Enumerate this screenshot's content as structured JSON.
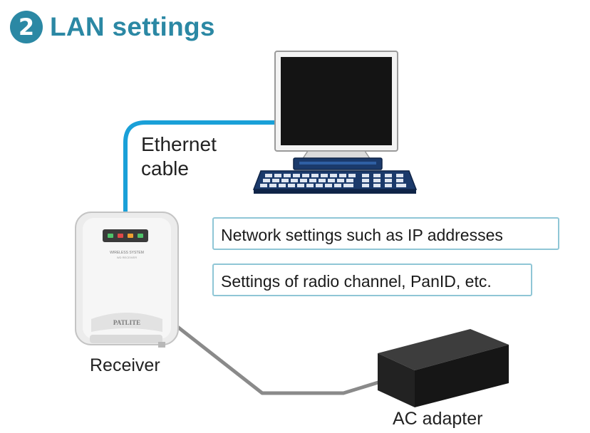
{
  "header": {
    "step_number": "2",
    "title": "LAN settings"
  },
  "labels": {
    "cable_line1": "Ethernet",
    "cable_line2": "cable",
    "receiver": "Receiver",
    "ac_adapter": "AC adapter",
    "receiver_brand": "PATLITE",
    "receiver_model_line1": "WIRELESS SYSTEM",
    "receiver_model_line2": "WD RECEIVER"
  },
  "notes": [
    "Network settings such as IP addresses",
    "Settings of radio channel, PanID, etc."
  ],
  "colors": {
    "accent": "#2b88a4",
    "ethernet_cable": "#1aa0d8",
    "power_cable": "#8a8a8a",
    "note_border": "#8fc6d6"
  }
}
